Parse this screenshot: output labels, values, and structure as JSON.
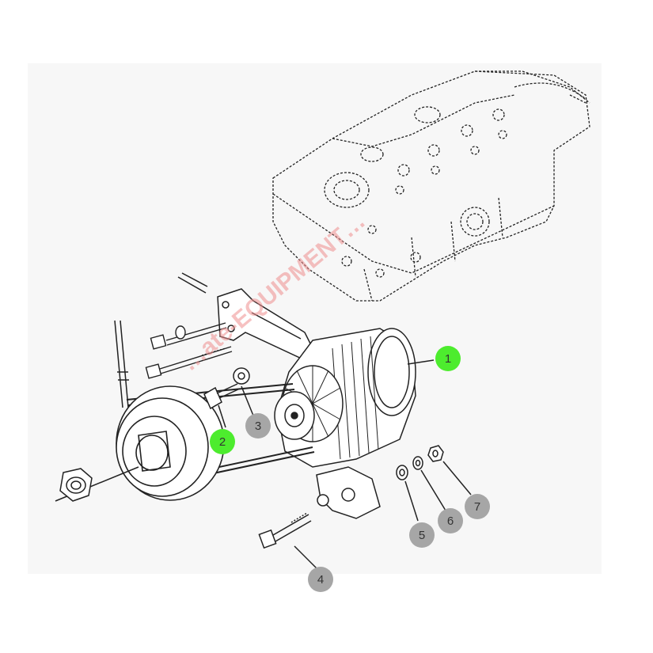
{
  "colors": {
    "highlight": "#4dec2e",
    "neutral": "#a6a6a6",
    "line": "#222222",
    "watermark": "#ef8f8f",
    "background_panel": "#f6f6f6"
  },
  "watermark": {
    "text": "…ate-EQUIPMENT…"
  },
  "callouts": [
    {
      "id": "callout-1",
      "label": "1",
      "highlighted": true
    },
    {
      "id": "callout-2",
      "label": "2",
      "highlighted": true
    },
    {
      "id": "callout-3",
      "label": "3",
      "highlighted": false
    },
    {
      "id": "callout-4",
      "label": "4",
      "highlighted": false
    },
    {
      "id": "callout-5",
      "label": "5",
      "highlighted": false
    },
    {
      "id": "callout-6",
      "label": "6",
      "highlighted": false
    },
    {
      "id": "callout-7",
      "label": "7",
      "highlighted": false
    }
  ]
}
